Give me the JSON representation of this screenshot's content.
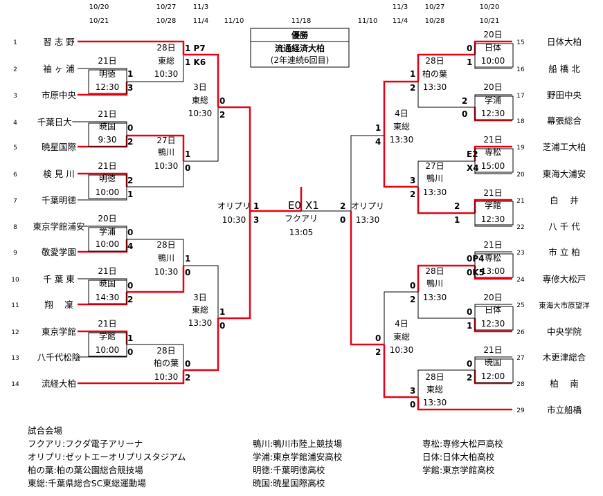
{
  "header": {
    "dates_top": [
      "10/20",
      "10/27",
      "11/3",
      "11/3",
      "10/27",
      "10/20"
    ],
    "dates_bottom": [
      "10/21",
      "10/28",
      "11/4",
      "11/10",
      "11/18",
      "11/10",
      "11/4",
      "10/28",
      "10/21"
    ]
  },
  "champion": {
    "label": "優勝",
    "team": "流通経済大柏",
    "note": "(2年連続6回目)"
  },
  "teams_left": [
    {
      "no": "1",
      "name": "習 志 野"
    },
    {
      "no": "2",
      "name": "袖 ヶ 浦"
    },
    {
      "no": "3",
      "name": "市原中央"
    },
    {
      "no": "4",
      "name": "千葉日大一"
    },
    {
      "no": "5",
      "name": "暁星国際"
    },
    {
      "no": "6",
      "name": "検 見 川"
    },
    {
      "no": "7",
      "name": "千葉明徳"
    },
    {
      "no": "8",
      "name": "東京学館浦安"
    },
    {
      "no": "9",
      "name": "敬愛学園"
    },
    {
      "no": "10",
      "name": "千 葉 東"
    },
    {
      "no": "11",
      "name": "翔　 凜"
    },
    {
      "no": "12",
      "name": "東京学館"
    },
    {
      "no": "13",
      "name": "八千代松陰"
    },
    {
      "no": "14",
      "name": "流経大柏"
    }
  ],
  "teams_right": [
    {
      "no": "15",
      "name": "日体大柏"
    },
    {
      "no": "16",
      "name": "船 橋 北"
    },
    {
      "no": "17",
      "name": "野田中央"
    },
    {
      "no": "18",
      "name": "幕張総合"
    },
    {
      "no": "19",
      "name": "芝浦工大柏"
    },
    {
      "no": "20",
      "name": "東海大浦安"
    },
    {
      "no": "21",
      "name": "白　 井"
    },
    {
      "no": "22",
      "name": "八 千 代"
    },
    {
      "no": "23",
      "name": "市 立 柏"
    },
    {
      "no": "24",
      "name": "専修大松戸"
    },
    {
      "no": "25",
      "name": "東海大市原望洋"
    },
    {
      "no": "26",
      "name": "中央学院"
    },
    {
      "no": "27",
      "name": "木更津総合"
    },
    {
      "no": "28",
      "name": "柏　 南"
    },
    {
      "no": "29",
      "name": "市立船橋"
    }
  ],
  "match_labels": [
    "21日",
    "明徳",
    "12:30",
    "21日",
    "暁国",
    "9:30",
    "21日",
    "明徳",
    "10:00",
    "20日",
    "学浦",
    "10:00",
    "21日",
    "暁国",
    "14:30",
    "21日",
    "学館",
    "10:00",
    "28日",
    "東総",
    "10:30",
    "27日",
    "鴨川",
    "10:30",
    "28日",
    "鴨川",
    "10:30",
    "28日",
    "柏の葉",
    "10:30",
    "3日",
    "東総",
    "10:30",
    "3日",
    "東総",
    "13:30",
    "オリプリ",
    "10:30",
    "フクアリ",
    "13:05",
    "オリプリ",
    "13:30",
    "20日",
    "日体",
    "10:00",
    "20日",
    "学浦",
    "12:30",
    "21日",
    "専松",
    "15:00",
    "21日",
    "学館",
    "12:30",
    "21日",
    "専松",
    "13:00",
    "20日",
    "日体",
    "12:30",
    "21日",
    "暁国",
    "12:00",
    "28日",
    "柏の葉",
    "13:30",
    "27日",
    "鴨川",
    "13:30",
    "28日",
    "鴨川",
    "13:30",
    "28日",
    "東総",
    "13:30",
    "4日",
    "東総",
    "13:30",
    "4日",
    "東総",
    "10:30"
  ],
  "scores": [
    "1",
    "3",
    "0",
    "2",
    "2",
    "1",
    "0",
    "4",
    "0",
    "2",
    "1",
    "0",
    "1 P7",
    "1 K6",
    "1",
    "0",
    "1",
    "0",
    "0",
    "2",
    "0",
    "2",
    "1",
    "0",
    "1",
    "3",
    "E0",
    "X1",
    "2",
    "0",
    "0",
    "1",
    "2",
    "0",
    "E2",
    "X4",
    "2",
    "1",
    "0P4",
    "0K5",
    "0",
    "1",
    "0",
    "2",
    "1",
    "2",
    "3",
    "2",
    "0",
    "2",
    "3",
    "0",
    "1",
    "4",
    "0",
    "2",
    "1",
    "3"
  ],
  "legend": {
    "col1": [
      "試合会場",
      "フクアリ:フクダ電子アリーナ",
      "オリプリ:ゼットエーオリプリスタジアム",
      "柏の葉:柏の葉公園総合競技場",
      "東総:千葉県総合SC東総運動場"
    ],
    "col2": [
      "鴨川:鴨川市陸上競技場",
      "学浦:東京学館浦安高校",
      "明徳:千葉明徳高校",
      "暁国:暁星国際高校"
    ],
    "col3": [
      "専松:専修大松戸高校",
      "日体:日体大柏高校",
      "学館:東京学館高校"
    ]
  },
  "colors": {
    "winner_line": "#e60012",
    "loser_line": "#000000"
  }
}
